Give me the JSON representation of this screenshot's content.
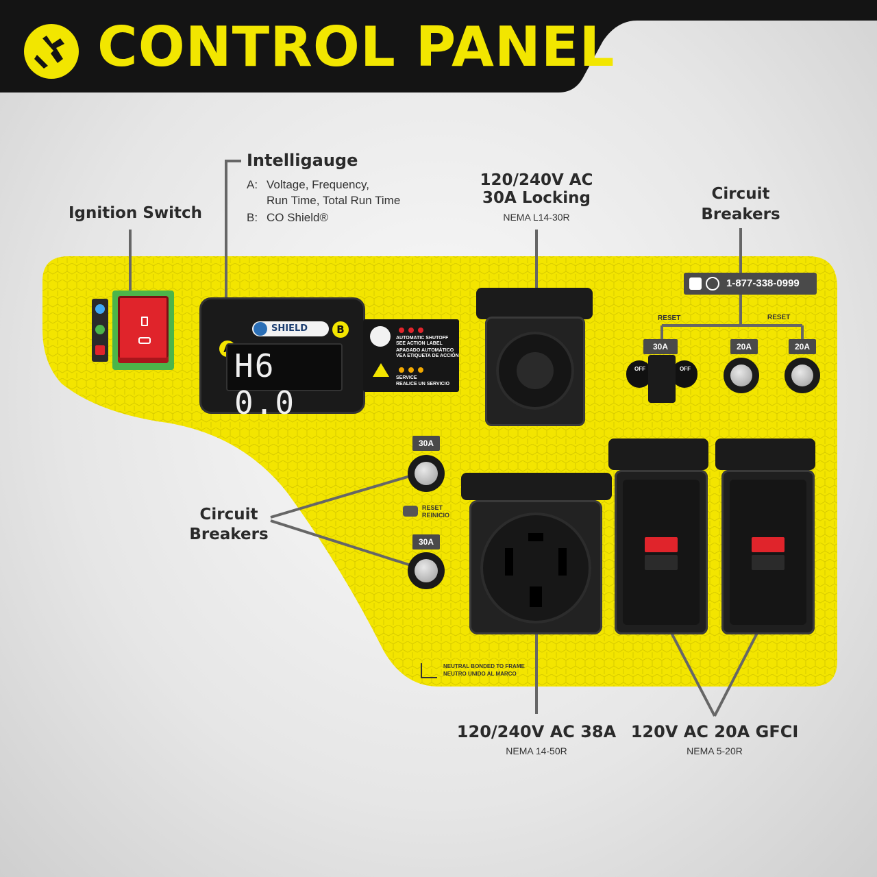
{
  "header": {
    "title": "CONTROL PANEL",
    "logo_icon": "hand-logo-icon"
  },
  "callouts": {
    "ignition": {
      "title": "Ignition Switch"
    },
    "intelligauge": {
      "title": "Intelligauge",
      "line_a_key": "A:",
      "line_a": "Voltage, Frequency,",
      "line_a2": "Run Time, Total Run Time",
      "line_b_key": "B:",
      "line_b": "CO Shield®"
    },
    "locking": {
      "title1": "120/240V AC",
      "title2": "30A Locking",
      "spec": "NEMA L14-30R"
    },
    "breakers_top": {
      "title1": "Circuit",
      "title2": "Breakers"
    },
    "breakers_left": {
      "title1": "Circuit",
      "title2": "Breakers"
    },
    "outlet_50": {
      "title": "120/240V AC 38A",
      "spec": "NEMA 14-50R"
    },
    "gfci": {
      "title": "120V AC 20A GFCI",
      "spec": "NEMA 5-20R"
    }
  },
  "panel": {
    "phone": "1-877-338-0999",
    "display": {
      "reading": "H6 0.0",
      "marker_a": "A",
      "marker_b": "B",
      "shield_label": "SHIELD"
    },
    "co_label": {
      "line1": "AUTOMATIC SHUTOFF",
      "line2": "SEE ACTION LABEL",
      "line3": "APAGADO AUTOMÁTICO",
      "line4": "VEA ETIQUETA DE ACCIÓN",
      "line5": "SERVICE",
      "line6": "REALICE UN SERVICIO"
    },
    "reset_label": "RESET",
    "reset_es": "REINICIO",
    "breaker_30a": "30A",
    "breaker_20a": "20A",
    "off": "OFF",
    "ground_line1": "NEUTRAL BONDED TO FRAME",
    "ground_line2": "NEUTRO UNIDO AL MARCO",
    "colors": {
      "yellow": "#f3e500",
      "black": "#111111",
      "red": "#e0242b",
      "green": "#4cb54a"
    }
  }
}
